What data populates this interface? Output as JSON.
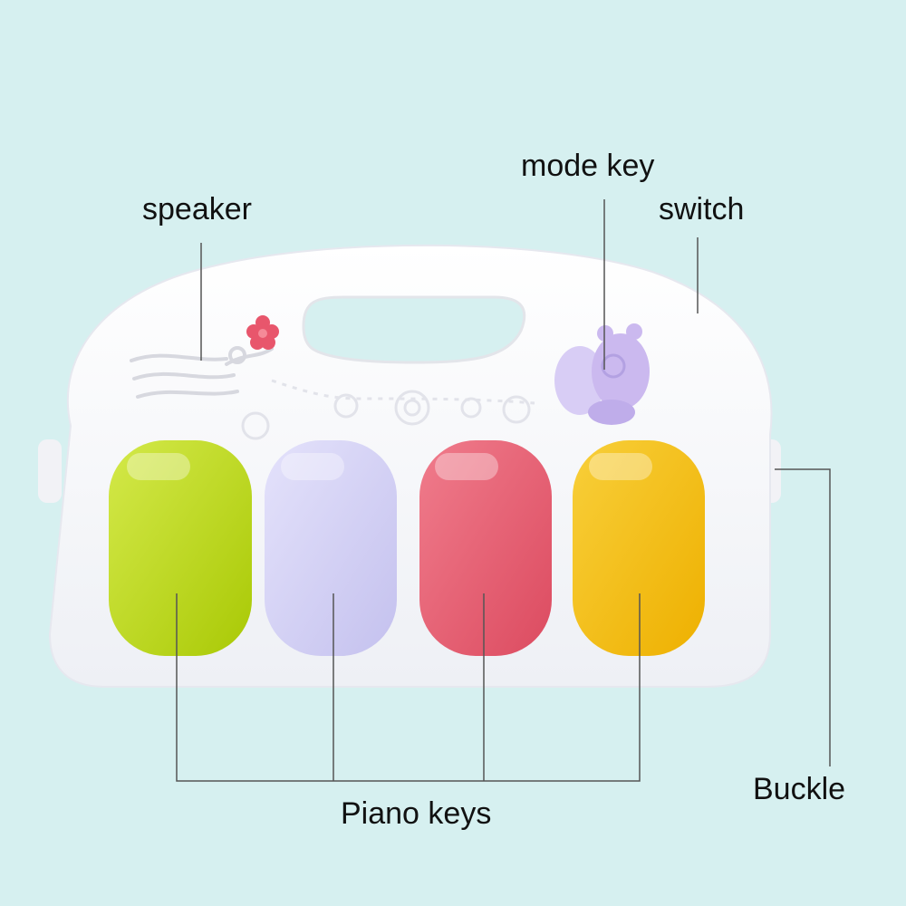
{
  "background_color": "#d6f0f0",
  "product": {
    "name": "baby piano toy panel",
    "body_color": "#fbfbfd",
    "key_colors": [
      "#b5d60e",
      "#cfcdf2",
      "#e35a6e",
      "#f1b706"
    ],
    "switch_color": "#c8e000",
    "mode_key_color": "#cbb9ef"
  },
  "labels": {
    "speaker": "speaker",
    "mode_key": "mode key",
    "switch": "switch",
    "buckle": "Buckle",
    "piano_keys": "Piano keys"
  }
}
